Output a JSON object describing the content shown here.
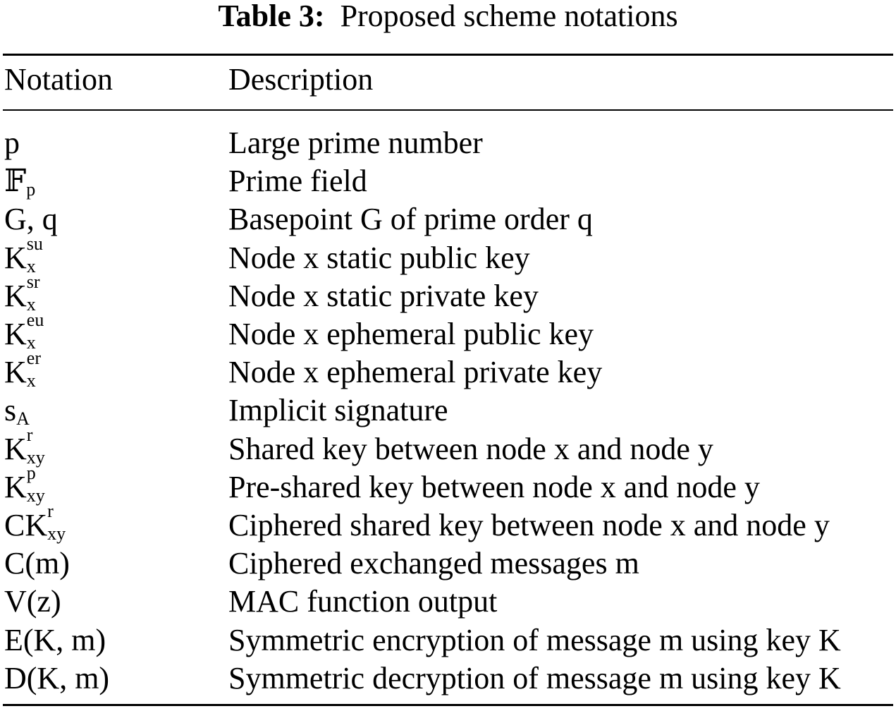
{
  "caption": {
    "label": "Table 3:",
    "text": "Proposed scheme notations"
  },
  "header": {
    "col1": "Notation",
    "col2": "Description"
  },
  "rows": [
    {
      "base": "p",
      "sup": "",
      "sub": "",
      "description": "Large prime number"
    },
    {
      "base": "𝔽",
      "sup": "",
      "sub": "p",
      "description": "Prime field"
    },
    {
      "base": "G, q",
      "sup": "",
      "sub": "",
      "description": "Basepoint G of prime order q"
    },
    {
      "base": "K",
      "sup": "su",
      "sub": "x",
      "description": "Node x static public key"
    },
    {
      "base": "K",
      "sup": "sr",
      "sub": "x",
      "description": "Node x static private key"
    },
    {
      "base": "K",
      "sup": "eu",
      "sub": "x",
      "description": "Node x ephemeral public key"
    },
    {
      "base": "K",
      "sup": "er",
      "sub": "x",
      "description": "Node x ephemeral private key"
    },
    {
      "base": "s",
      "sup": "",
      "sub": "A",
      "description": "Implicit signature"
    },
    {
      "base": "K",
      "sup": "r",
      "sub": "xy",
      "description": "Shared key between node x and node y"
    },
    {
      "base": "K",
      "sup": "p",
      "sub": "xy",
      "description": "Pre-shared key between node x and node y"
    },
    {
      "base": "CK",
      "sup": "r",
      "sub": "xy",
      "description": "Ciphered shared key between node x and node y"
    },
    {
      "base": "C(m)",
      "sup": "",
      "sub": "",
      "description": "Ciphered exchanged messages m"
    },
    {
      "base": "V(z)",
      "sup": "",
      "sub": "",
      "description": "MAC function output"
    },
    {
      "base": "E(K, m)",
      "sup": "",
      "sub": "",
      "description": "Symmetric encryption of message m using key K"
    },
    {
      "base": "D(K, m)",
      "sup": "",
      "sub": "",
      "description": "Symmetric decryption of message m using key K"
    }
  ]
}
